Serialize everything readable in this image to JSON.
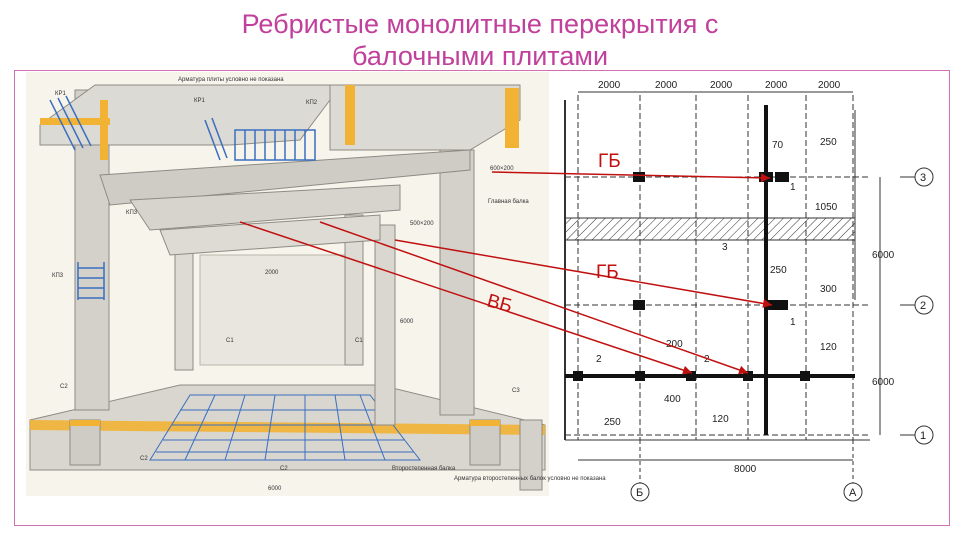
{
  "slide": {
    "title_line1": "Ребристые монолитные перекрытия с",
    "title_line2": "балочными плитами"
  },
  "callouts": {
    "gb_top": "ГБ",
    "gb_mid": "ГБ",
    "vb": "ВБ"
  },
  "perspective": {
    "top_note": "Арматура плиты условно не показана",
    "kp1_a": "КР1",
    "kp1_b": "КР1",
    "kp2": "КП2",
    "kp3": "КП3",
    "kp4": "КП3",
    "main_beam_note": "Главная балка",
    "dim_600_200": "600×200",
    "dim_500_200": "500×200",
    "span_2000": "2000",
    "span_6000_mid": "6000",
    "span_6000_bottom": "6000",
    "c1_a": "С1",
    "c1_b": "С1",
    "c2_a": "С2",
    "c2_b": "С2",
    "c2_c": "С2",
    "c3": "С3",
    "sec_beam_note": "Второстепенная балка",
    "rebar_note": "Арматура второстепенных балок условно не показана"
  },
  "plan": {
    "top_dims": [
      "2000",
      "2000",
      "2000",
      "2000",
      "2000"
    ],
    "dim_70": "70",
    "dim_250_top": "250",
    "dim_1050": "1050",
    "dim_6000_a": "6000",
    "dim_6000_b": "6000",
    "dim_250_mid": "250",
    "dim_300": "300",
    "dim_200": "200",
    "dim_400": "400",
    "dim_120_a": "120",
    "dim_120_b": "120",
    "dim_250_bottom": "250",
    "dim_8000": "8000",
    "sec_1": "1",
    "sec_2a": "2",
    "sec_2b": "2",
    "sec_3": "3",
    "sec_1b": "1",
    "axis_3": "3",
    "axis_2": "2",
    "axis_1": "1",
    "axis_B": "Б",
    "axis_A": "А"
  },
  "colors": {
    "title": "#c0409b",
    "arrow": "#c01010",
    "concrete": "#dcdad4",
    "rebar_yellow": "#f2b233",
    "rebar_blue": "#3a6fc0"
  }
}
